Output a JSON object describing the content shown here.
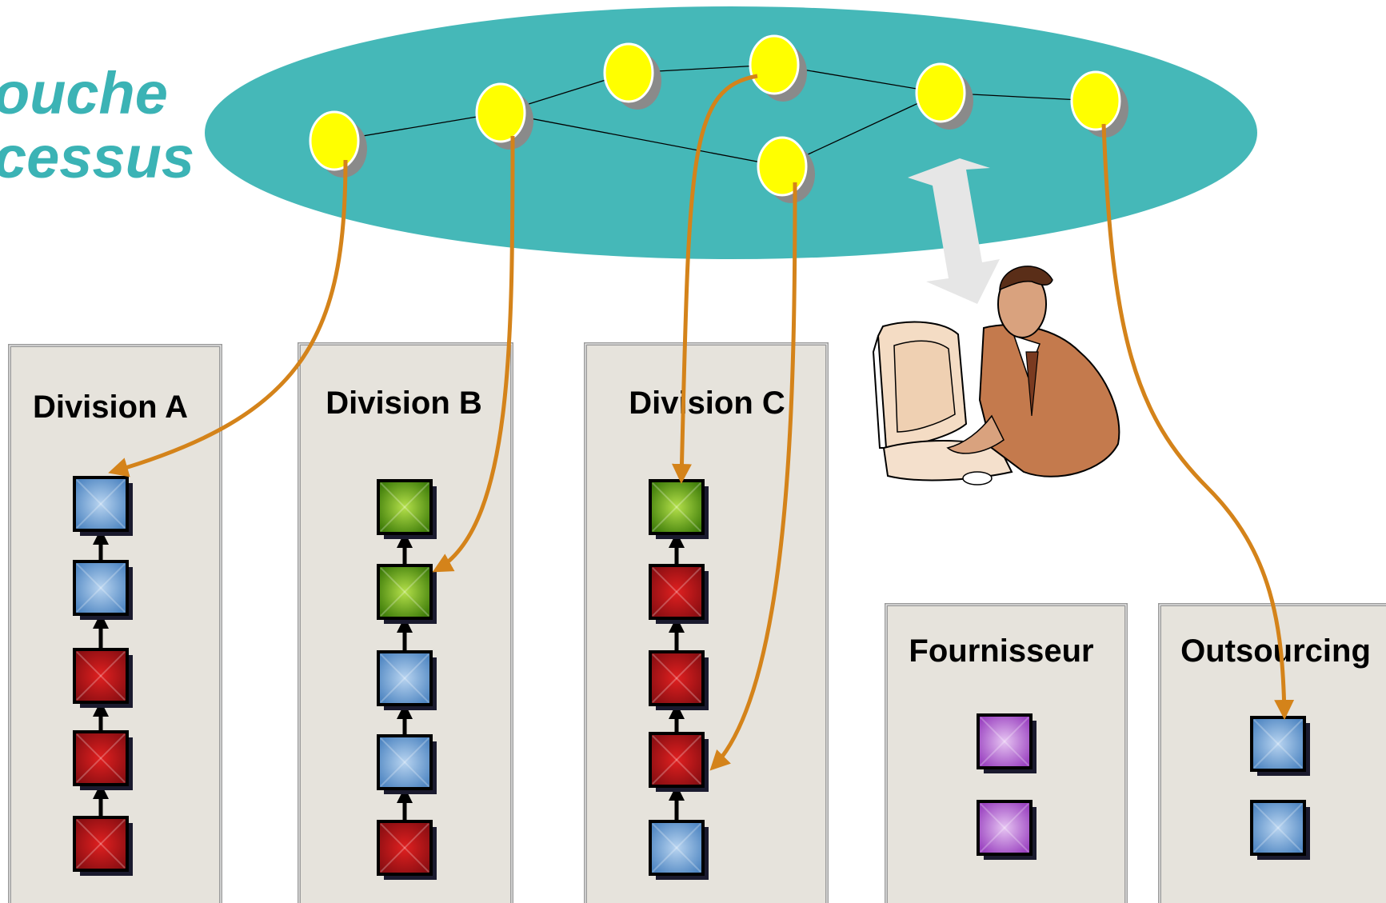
{
  "title": {
    "line1": "ouche",
    "line2": "cessus"
  },
  "panels": [
    {
      "id": "division-a",
      "label": "Division A",
      "blocks": [
        "blue",
        "blue",
        "red",
        "red",
        "red"
      ],
      "chained": true
    },
    {
      "id": "division-b",
      "label": "Division B",
      "blocks": [
        "green",
        "green",
        "blue",
        "blue",
        "red"
      ],
      "chained": true
    },
    {
      "id": "division-c",
      "label": "Division C",
      "blocks": [
        "green",
        "red",
        "red",
        "red",
        "blue"
      ],
      "chained": true
    },
    {
      "id": "fournisseur",
      "label": "Fournisseur",
      "blocks": [
        "purple",
        "purple"
      ],
      "chained": false
    },
    {
      "id": "outsourcing",
      "label": "Outsourcing",
      "blocks": [
        "blue",
        "blue"
      ],
      "chained": false
    }
  ],
  "colors": {
    "layer_fill": "#45b8b8",
    "node_fill": "#ffff00",
    "link_arrow": "#d4831a",
    "panel_fill": "#e6e3dc",
    "panel_edge": "#999999",
    "block_blue": "#6e9fd2",
    "block_red": "#b0151a",
    "block_green": "#5a9a12",
    "block_purple": "#b56ad6"
  },
  "icons": [
    "user-at-computer-icon",
    "bidirectional-arrow-icon"
  ]
}
